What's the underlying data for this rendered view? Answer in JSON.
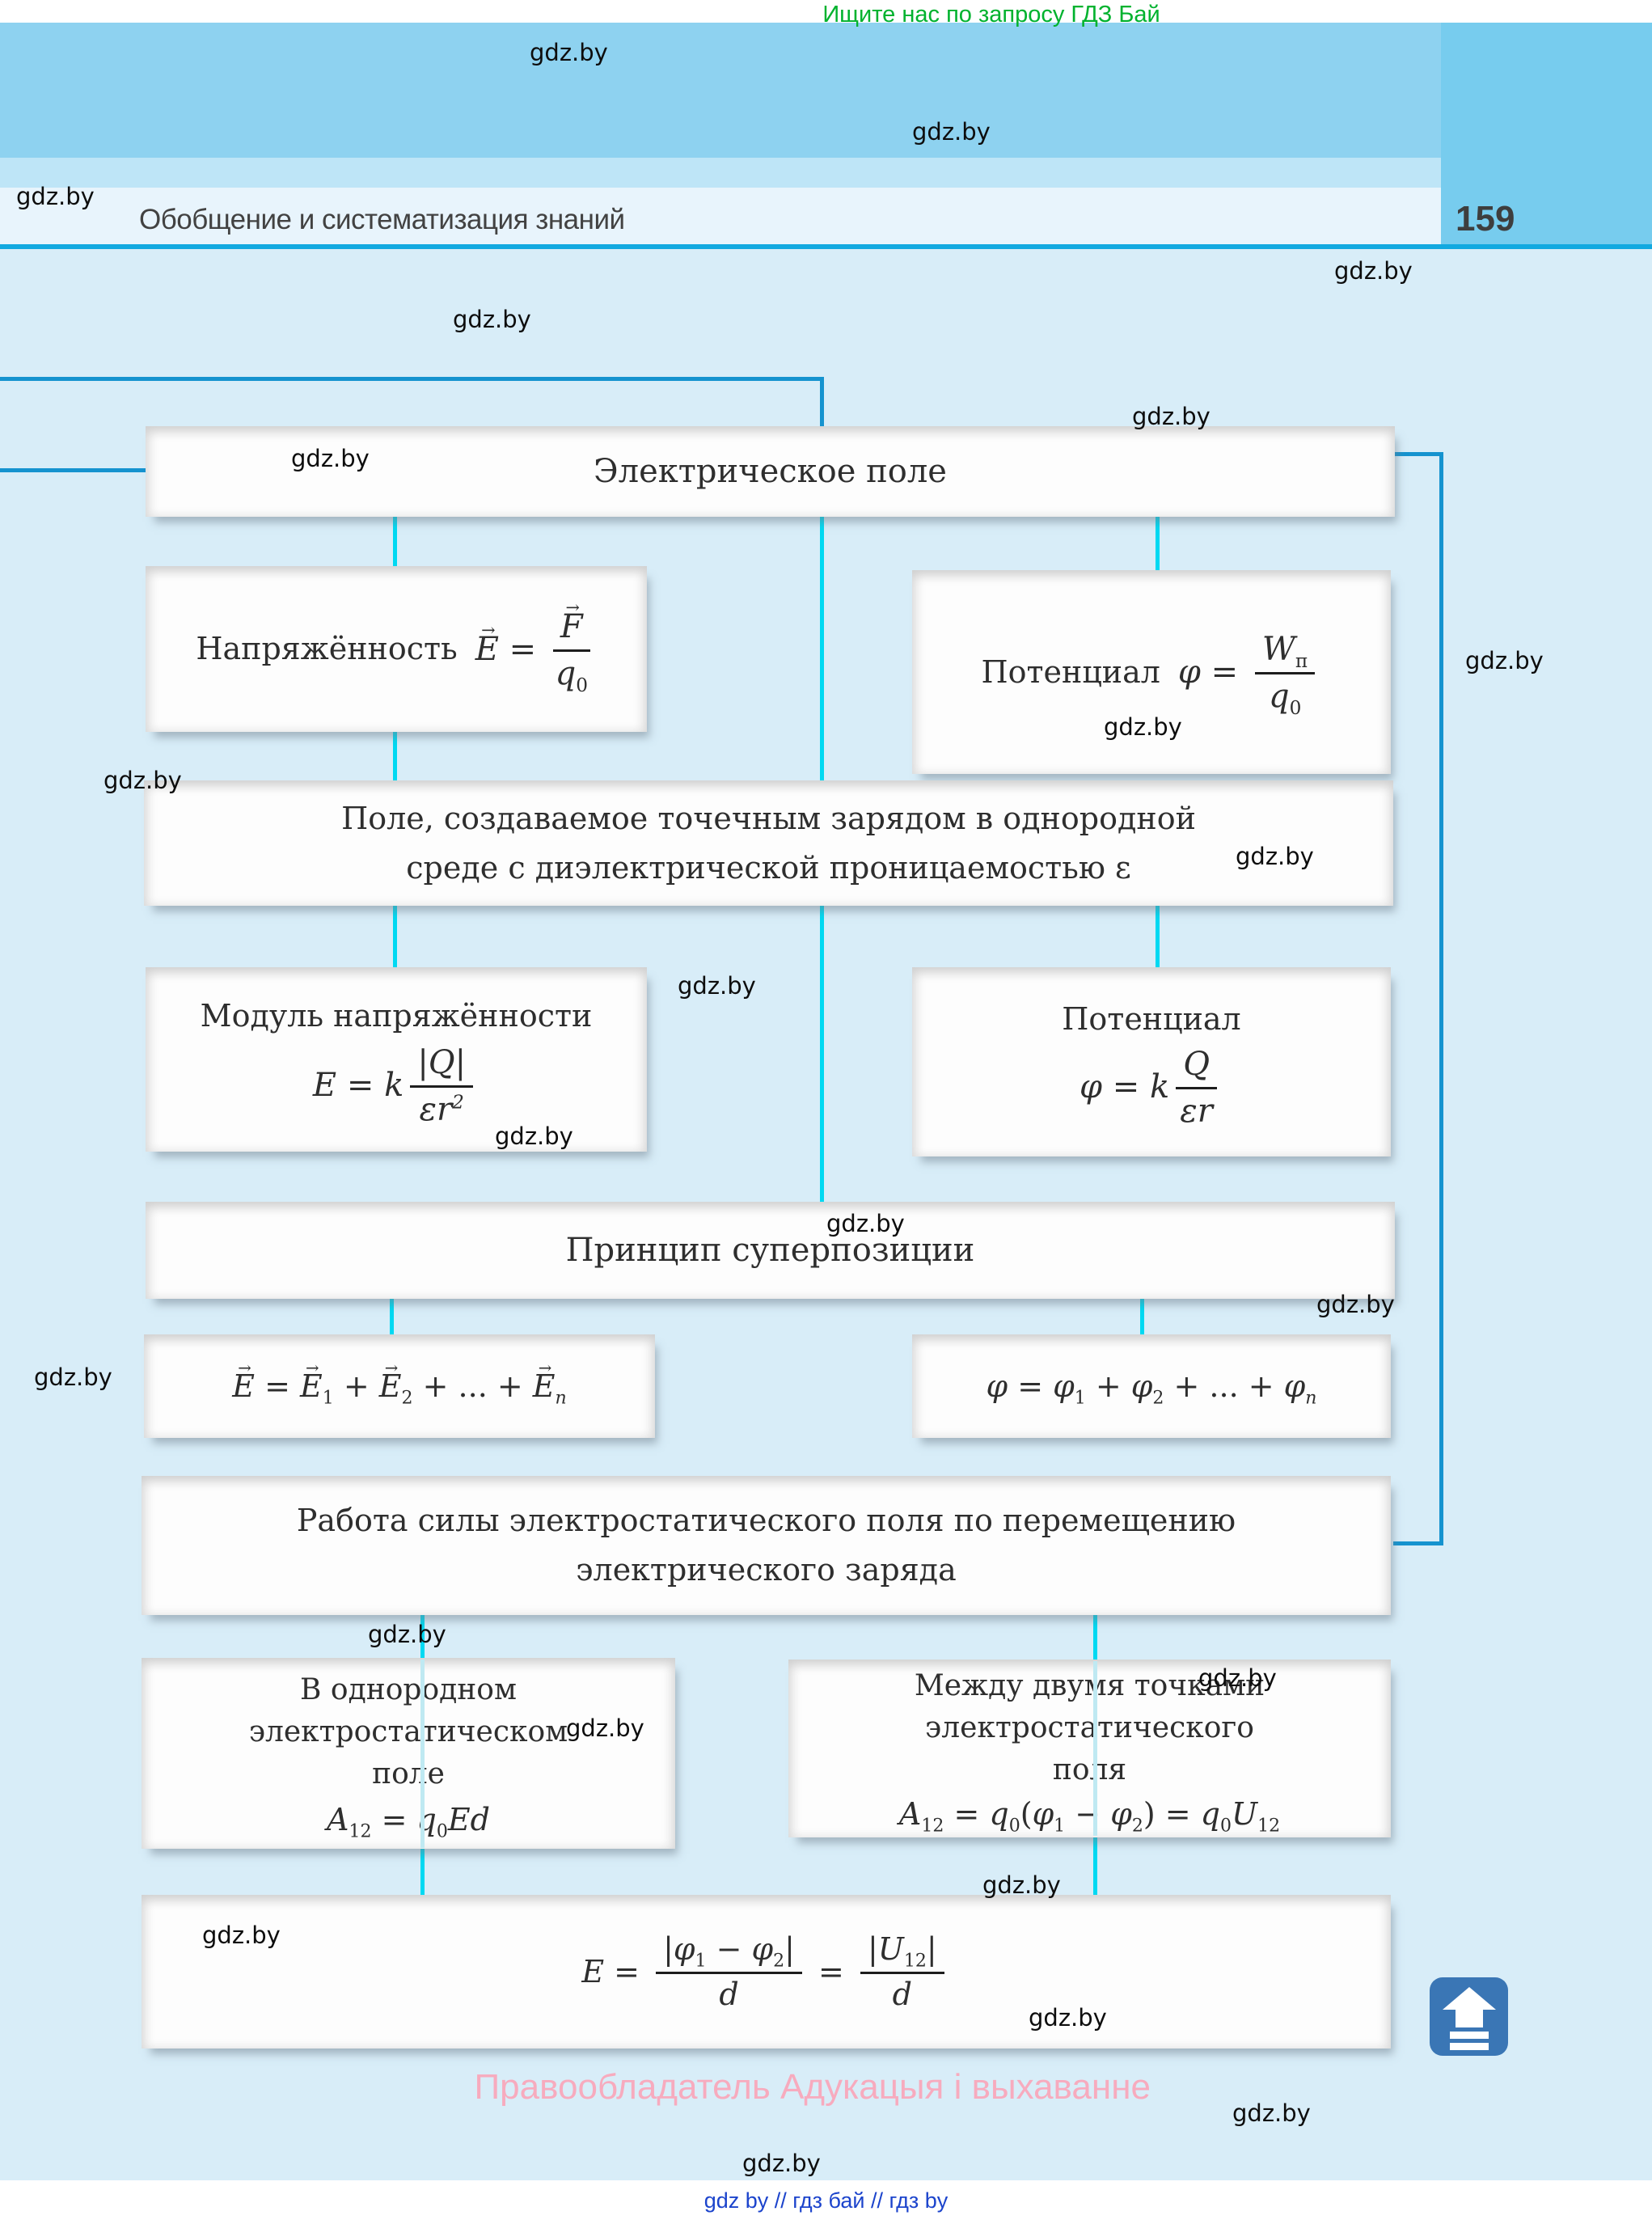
{
  "page": {
    "promo": "Ищите нас по запросу ГДЗ Бай",
    "watermark": "gdz.by",
    "header": {
      "title": "Обобщение и систематизация знаний",
      "page_number": "159"
    },
    "footer": {
      "copyright": "Правообладатель Адукацыя і выхаванне",
      "links": "gdz by  //  гдз бай  //  гдз by"
    },
    "colors": {
      "accent_cyan": "#00d9f2",
      "accent_blue": "#1593cf",
      "icon_blue": "#3a76b5",
      "pink": "#f7abbe",
      "green": "#00b22e",
      "link_blue": "#1c44cc",
      "header_band": "#8ed2f0",
      "main_bg": "#d8edf8"
    }
  },
  "icons": {
    "back_to_top": "up-arrow"
  },
  "diagram": {
    "root": {
      "title": "Электрическое поле"
    },
    "intensity": {
      "label": "Напряжённость",
      "formula": [
        {
          "v": "E",
          "i": true,
          "vec": true
        },
        {
          "v": " = "
        },
        {
          "f": [
            [
              {
                "v": "F",
                "i": true,
                "vec": true
              }
            ],
            [
              {
                "v": "q",
                "i": true,
                "sub": "0"
              }
            ]
          ]
        }
      ]
    },
    "potential": {
      "label": "Потенциал",
      "formula": [
        {
          "v": "φ",
          "i": true
        },
        {
          "v": " = "
        },
        {
          "f": [
            [
              {
                "v": "W",
                "i": true,
                "sub": "п"
              }
            ],
            [
              {
                "v": "q",
                "i": true,
                "sub": "0"
              }
            ]
          ]
        }
      ]
    },
    "point_charge_field": {
      "title": "Поле, создаваемое точечным зарядом в однородной среде с диэлектрической проницаемостью ε"
    },
    "intensity_modulus": {
      "title": "Модуль напряжённости",
      "formula": [
        {
          "v": "E",
          "i": true
        },
        {
          "v": " = "
        },
        {
          "v": "k",
          "i": true
        },
        {
          "f": [
            [
              {
                "v": "|"
              },
              {
                "v": "Q",
                "i": true
              },
              {
                "v": "|"
              }
            ],
            [
              {
                "v": "ε",
                "i": true
              },
              {
                "v": "r",
                "i": true,
                "sup": "2"
              }
            ]
          ]
        }
      ]
    },
    "potential_point": {
      "title": "Потенциал",
      "formula": [
        {
          "v": "φ",
          "i": true
        },
        {
          "v": " = "
        },
        {
          "v": "k",
          "i": true
        },
        {
          "f": [
            [
              {
                "v": "Q",
                "i": true
              }
            ],
            [
              {
                "v": "ε",
                "i": true
              },
              {
                "v": "r",
                "i": true
              }
            ]
          ]
        }
      ]
    },
    "superposition": {
      "title": "Принцип суперпозиции"
    },
    "superposition_e": {
      "formula": [
        {
          "v": "E",
          "i": true,
          "vec": true
        },
        {
          "v": " = "
        },
        {
          "v": "E",
          "i": true,
          "vec": true,
          "sub": "1"
        },
        {
          "v": " + "
        },
        {
          "v": "E",
          "i": true,
          "vec": true,
          "sub": "2"
        },
        {
          "v": " + ... + "
        },
        {
          "v": "E",
          "i": true,
          "vec": true,
          "sub": "n",
          "si": true
        }
      ]
    },
    "superposition_phi": {
      "formula": [
        {
          "v": "φ",
          "i": true
        },
        {
          "v": " = "
        },
        {
          "v": "φ",
          "i": true,
          "sub": "1"
        },
        {
          "v": " + "
        },
        {
          "v": "φ",
          "i": true,
          "sub": "2"
        },
        {
          "v": " + ... + "
        },
        {
          "v": "φ",
          "i": true,
          "sub": "n",
          "si": true
        }
      ]
    },
    "work": {
      "title": "Работа силы электростатического поля по перемещению электрического заряда"
    },
    "uniform_field": {
      "title": "В однородном электростатическом поле",
      "formula": [
        {
          "v": "A",
          "i": true,
          "sub": "12"
        },
        {
          "v": " = "
        },
        {
          "v": "q",
          "i": true,
          "sub": "0"
        },
        {
          "v": "Ed",
          "i": true
        }
      ]
    },
    "two_points": {
      "title": "Между двумя точками электростатического поля",
      "formula": [
        {
          "v": "A",
          "i": true,
          "sub": "12"
        },
        {
          "v": " = "
        },
        {
          "v": "q",
          "i": true,
          "sub": "0"
        },
        {
          "v": "("
        },
        {
          "v": "φ",
          "i": true,
          "sub": "1"
        },
        {
          "v": " − "
        },
        {
          "v": "φ",
          "i": true,
          "sub": "2"
        },
        {
          "v": ") = "
        },
        {
          "v": "q",
          "i": true,
          "sub": "0"
        },
        {
          "v": "U",
          "i": true,
          "sub": "12"
        }
      ]
    },
    "field_voltage": {
      "formula": [
        {
          "v": "E",
          "i": true
        },
        {
          "v": " = "
        },
        {
          "f": [
            [
              {
                "v": "|"
              },
              {
                "v": "φ",
                "i": true,
                "sub": "1"
              },
              {
                "v": " − "
              },
              {
                "v": "φ",
                "i": true,
                "sub": "2"
              },
              {
                "v": "|"
              }
            ],
            [
              {
                "v": "d",
                "i": true
              }
            ]
          ]
        },
        {
          "v": " = "
        },
        {
          "f": [
            [
              {
                "v": "|"
              },
              {
                "v": "U",
                "i": true,
                "sub": "12"
              },
              {
                "v": "|"
              }
            ],
            [
              {
                "v": "d",
                "i": true
              }
            ]
          ]
        }
      ]
    }
  }
}
